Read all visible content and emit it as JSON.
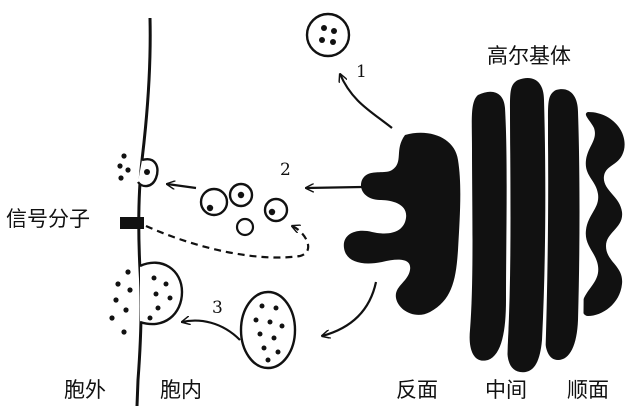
{
  "labels": {
    "golgi": "高尔基体",
    "signal_molecule": "信号分子",
    "outside_cell": "胞外",
    "inside_cell": "胞内",
    "trans_face": "反面",
    "medial": "中间",
    "cis_face": "顺面"
  },
  "pathways": {
    "p1": "1",
    "p2": "2",
    "p3": "3"
  },
  "colors": {
    "ink": "#111111",
    "background": "#ffffff"
  }
}
